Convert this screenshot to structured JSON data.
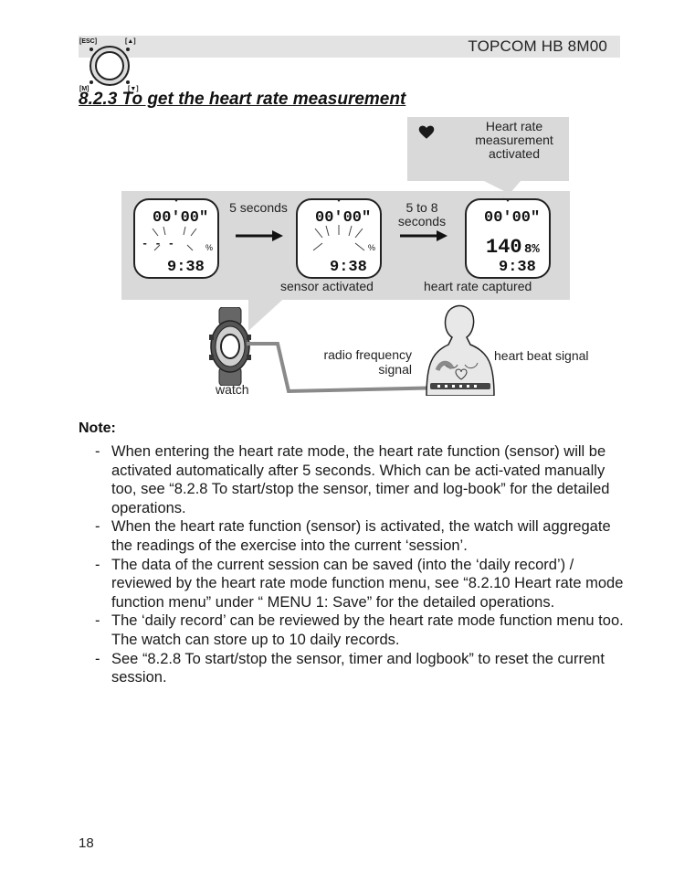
{
  "header": {
    "model": "TOPCOM HB 8M00",
    "buttons": {
      "esc": "[ESC]",
      "up": "[▲]",
      "mode": "[M]",
      "down": "[▼]"
    }
  },
  "section_title": "8.2.3 To get the heart rate measurement",
  "figure": {
    "callout": "Heart rate measurement activated",
    "steps": [
      {
        "arrow_label": "5 seconds"
      },
      {
        "arrow_label": "5 to 8 seconds"
      }
    ],
    "displays": [
      {
        "top": "00'00\"",
        "middle": "- - -",
        "bottom": "9:38",
        "unit": "%"
      },
      {
        "top": "00'00\"",
        "middle": "",
        "bottom": "9:38",
        "unit": "%"
      },
      {
        "top": "00'00\"",
        "middle": "140",
        "middle_suffix": "8%",
        "bottom": "9:38",
        "unit": "%"
      }
    ],
    "captions": {
      "sensor": "sensor activated",
      "captured": "heart rate captured",
      "rf": "radio frequency signal",
      "heartbeat": "heart beat signal",
      "watch": "watch"
    }
  },
  "note": {
    "heading": "Note:",
    "items": [
      "When entering the heart rate mode, the heart rate function (sensor) will be activated automatically after 5 seconds. Which can be acti-vated manually too, see “8.2.8 To start/stop the sensor, timer and log-book” for the detailed operations.",
      "When the heart rate function (sensor) is activated, the watch will aggregate the readings of the exercise into the current ‘session’.",
      "The data of the current session can be saved (into the ‘daily record’) / reviewed by the heart rate mode function menu, see “8.2.10 Heart rate mode function menu” under “ MENU 1: Save” for the detailed operations.",
      "The ‘daily record’ can be reviewed by the heart rate mode function menu too. The watch can store up to 10 daily records.",
      "See “8.2.8 To start/stop the sensor, timer and logbook” to reset the current session."
    ]
  },
  "page_number": "18",
  "colors": {
    "panel": "#d9d9d9",
    "header": "#e3e3e3",
    "line": "#8a8a8a"
  }
}
